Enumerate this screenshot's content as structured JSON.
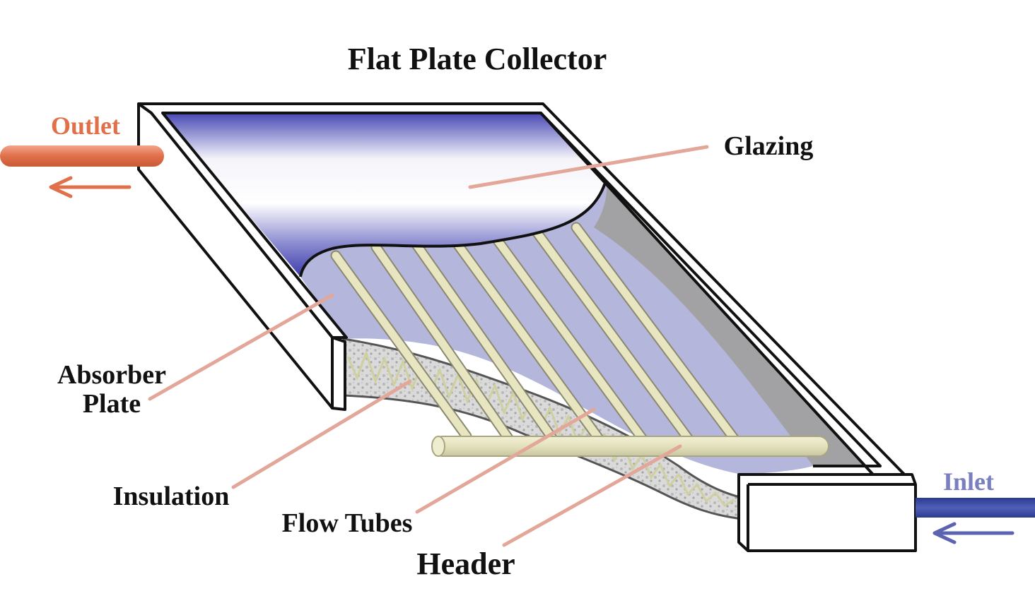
{
  "title": "Flat Plate Collector",
  "labels": {
    "outlet": "Outlet",
    "inlet": "Inlet",
    "glazing": "Glazing",
    "absorber_line1": "Absorber",
    "absorber_line2": "Plate",
    "insulation": "Insulation",
    "flow_tubes": "Flow Tubes",
    "header": "Header"
  },
  "colors": {
    "outlet": "#e0704a",
    "inlet": "#3a4aa0",
    "inlet_text": "#7a7fc0",
    "leader": "#e3a79a",
    "glazing_dark": "#4a4ab8",
    "absorber": "#b4b6dc",
    "tube": "#e8e6c0",
    "frame_inner": "#a2a2a4"
  }
}
